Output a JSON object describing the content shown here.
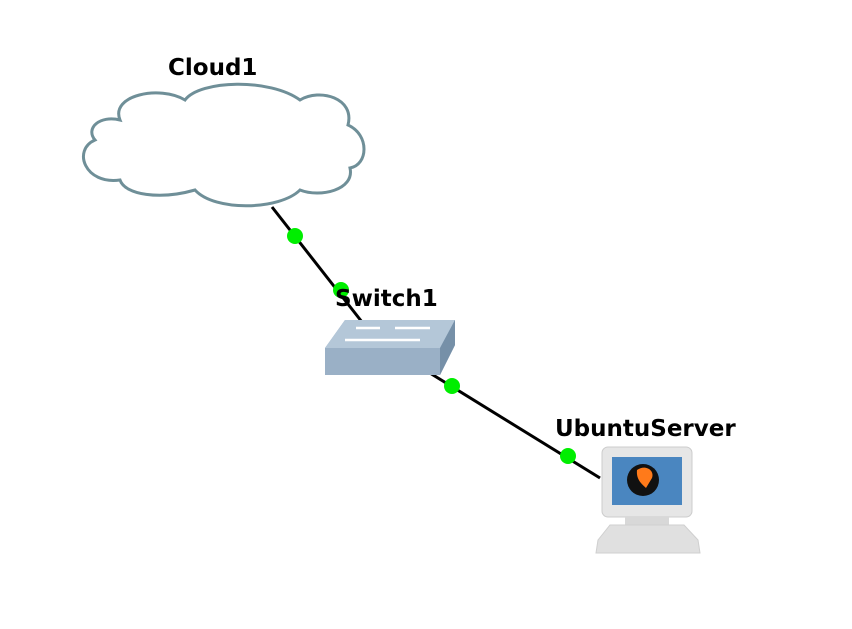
{
  "topology": {
    "nodes": [
      {
        "id": "cloud1",
        "label": "Cloud1",
        "type": "cloud",
        "icon": "cloud-icon"
      },
      {
        "id": "switch1",
        "label": "Switch1",
        "type": "ethernet-switch",
        "icon": "switch-icon"
      },
      {
        "id": "ubuntuserver",
        "label": "UbuntuServer",
        "type": "qemu-vm",
        "icon": "qemu-computer-icon"
      }
    ],
    "links": [
      {
        "from": "cloud1",
        "to": "switch1",
        "status": "up",
        "status_color": "#00ee00"
      },
      {
        "from": "switch1",
        "to": "ubuntuserver",
        "status": "up",
        "status_color": "#00ee00"
      }
    ]
  }
}
